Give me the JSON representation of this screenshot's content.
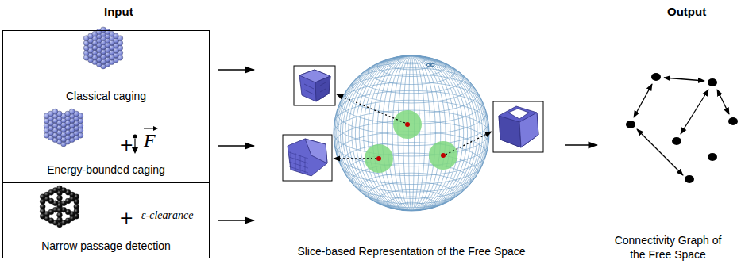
{
  "diagram": {
    "nodes": [
      {
        "text": [
          "Classical caging"
        ]
      },
      {
        "text": [
          "Energy-bounded caging"
        ]
      },
      {
        "text": [
          "Narrow passage detection"
        ]
      },
      {
        "text": [
          "Slice-based Representation of the Free Space"
        ]
      },
      {
        "text": [
          "Connectivity Graph of the Free Space"
        ]
      }
    ],
    "edges": [
      {
        "from": 0,
        "to": 3,
        "arrow": "to"
      },
      {
        "from": 1,
        "to": 3,
        "arrow": "to"
      },
      {
        "from": 2,
        "to": 3,
        "arrow": "to"
      },
      {
        "from": 3,
        "to": 4,
        "arrow": "to"
      }
    ],
    "labels": [
      "Input",
      "Output",
      "+",
      "F",
      "+",
      "ε-clearance"
    ]
  }
}
